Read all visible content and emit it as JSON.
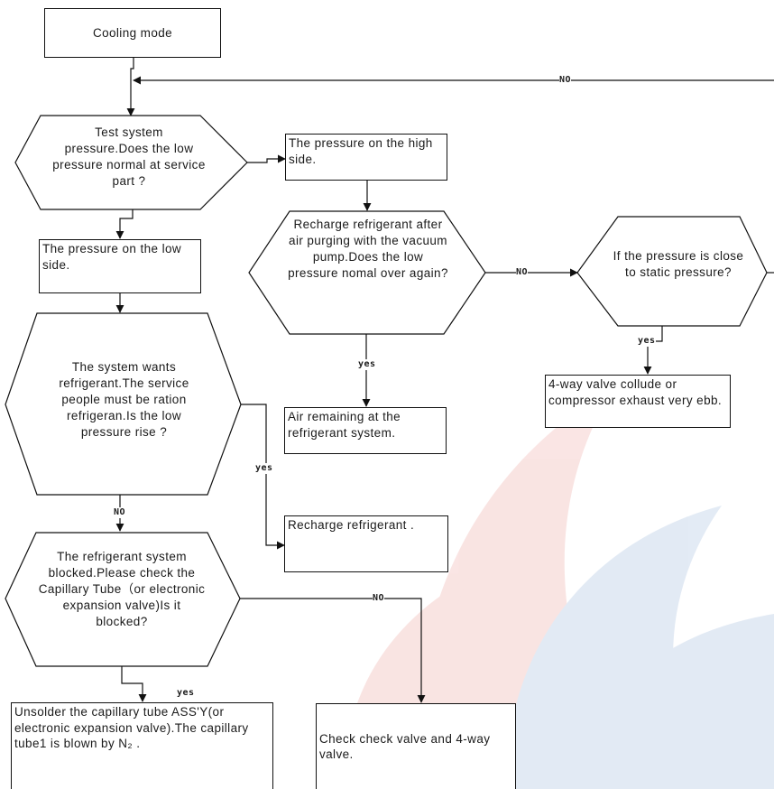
{
  "colors": {
    "line": "#111111",
    "watermark_red": "#d9342b",
    "watermark_blue": "#2a64b0"
  },
  "nodes": {
    "cooling_mode": "Cooling mode",
    "test_pressure": "Test system pressure.Does the low pressure normal at service part ?",
    "high_side": "The pressure on the high side.",
    "low_side": "The pressure on the low side.",
    "recharge_purge": "Recharge refrigerant after air purging with the vacuum pump.Does the low pressure nomal over again?",
    "close_static": "If the pressure is close to static pressure?",
    "valve_collude": "4-way valve collude or compressor exhaust very ebb.",
    "wants_refrigerant": "The system wants refrigerant.The service people must be ration refrigeran.Is the low pressure rise ?",
    "air_remaining": "Air remaining at the refrigerant system.",
    "recharge": "Recharge refrigerant .",
    "blocked": "The refrigerant system blocked.Please check the Capillary Tube（or electronic expansion valve)Is it blocked?",
    "unsolder": "Unsolder the capillary tube ASS'Y(or electronic expansion valve).The capillary tube1 is blown by N₂ .",
    "check_valve": "Check check valve and 4-way valve."
  },
  "labels": {
    "no_top": "NO",
    "no_recharge": "NO",
    "yes_static": "yes",
    "yes_recharge": "yes",
    "yes_wants": "yes",
    "no_wants": "NO",
    "no_blocked": "NO",
    "yes_blocked": "yes"
  }
}
